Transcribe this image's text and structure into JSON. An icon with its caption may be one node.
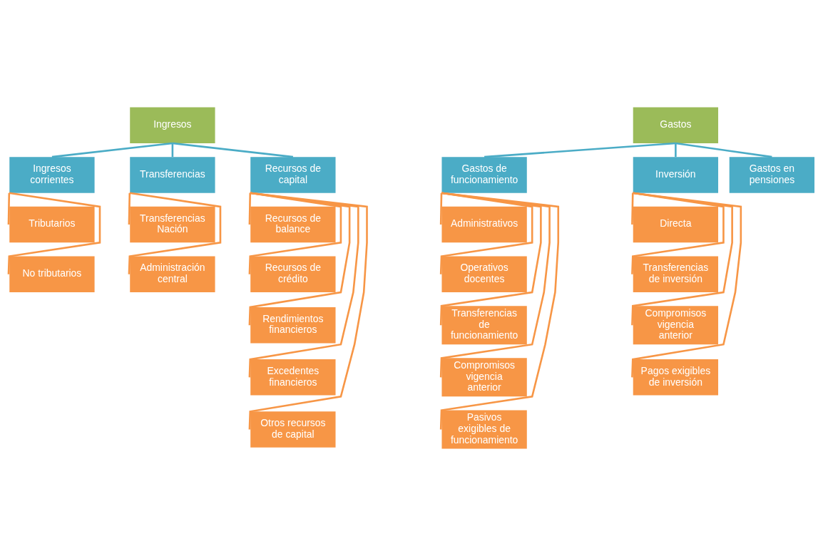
{
  "diagram": {
    "nodes": [
      {
        "text": [
          "Ingresos"
        ]
      },
      {
        "text": [
          "Ingresos corrientes"
        ]
      },
      {
        "text": [
          "Transferencias"
        ]
      },
      {
        "text": [
          "Recursos de capital"
        ]
      },
      {
        "text": [
          "Tributarios"
        ]
      },
      {
        "text": [
          "No tributarios"
        ]
      },
      {
        "text": [
          "Transferencias Nación"
        ]
      },
      {
        "text": [
          "Administración central"
        ]
      },
      {
        "text": [
          "Recursos de balance"
        ]
      },
      {
        "text": [
          "Recursos de crédito"
        ]
      },
      {
        "text": [
          "Rendimientos financieros"
        ]
      },
      {
        "text": [
          "Excedentes financieros"
        ]
      },
      {
        "text": [
          "Otros recursos de capital"
        ]
      },
      {
        "text": [
          "Gastos"
        ]
      },
      {
        "text": [
          "Gastos de funcionamiento"
        ]
      },
      {
        "text": [
          "Inversión"
        ]
      },
      {
        "text": [
          "Gastos en pensiones"
        ]
      },
      {
        "text": [
          "Administrativos"
        ]
      },
      {
        "text": [
          "Operativos docentes"
        ]
      },
      {
        "text": [
          "Transferencias de funcionamiento"
        ]
      },
      {
        "text": [
          "Compromisos vigencia anterior"
        ]
      },
      {
        "text": [
          "Pasivos exigibles de funcionamiento"
        ]
      },
      {
        "text": [
          "Directa"
        ]
      },
      {
        "text": [
          "Transferencias de inversión"
        ]
      },
      {
        "text": [
          "Compromisos vigencia anterior"
        ]
      },
      {
        "text": [
          "Pagos exigibles de inversión"
        ]
      }
    ],
    "edges": [
      {
        "from": 0,
        "to": 1,
        "arrow": "none",
        "color": "#4bacc6"
      },
      {
        "from": 0,
        "to": 2,
        "arrow": "none",
        "color": "#4bacc6"
      },
      {
        "from": 0,
        "to": 3,
        "arrow": "none",
        "color": "#4bacc6"
      },
      {
        "from": 1,
        "to": 4,
        "arrow": "none"
      },
      {
        "from": 1,
        "to": 5,
        "arrow": "none"
      },
      {
        "from": 2,
        "to": 6,
        "arrow": "none"
      },
      {
        "from": 2,
        "to": 7,
        "arrow": "none"
      },
      {
        "from": 3,
        "to": 8,
        "arrow": "none"
      },
      {
        "from": 3,
        "to": 9,
        "arrow": "none"
      },
      {
        "from": 3,
        "to": 10,
        "arrow": "none"
      },
      {
        "from": 3,
        "to": 11,
        "arrow": "none"
      },
      {
        "from": 3,
        "to": 12,
        "arrow": "none"
      },
      {
        "from": 13,
        "to": 14,
        "arrow": "none",
        "color": "#4bacc6"
      },
      {
        "from": 13,
        "to": 15,
        "arrow": "none",
        "color": "#4bacc6"
      },
      {
        "from": 13,
        "to": 16,
        "arrow": "none",
        "color": "#4bacc6"
      },
      {
        "from": 14,
        "to": 17,
        "arrow": "none"
      },
      {
        "from": 14,
        "to": 18,
        "arrow": "none"
      },
      {
        "from": 14,
        "to": 19,
        "arrow": "none"
      },
      {
        "from": 14,
        "to": 20,
        "arrow": "none"
      },
      {
        "from": 14,
        "to": 21,
        "arrow": "none"
      },
      {
        "from": 15,
        "to": 22,
        "arrow": "none"
      },
      {
        "from": 15,
        "to": 23,
        "arrow": "none"
      },
      {
        "from": 15,
        "to": 24,
        "arrow": "none"
      },
      {
        "from": 15,
        "to": 25,
        "arrow": "none"
      }
    ]
  }
}
